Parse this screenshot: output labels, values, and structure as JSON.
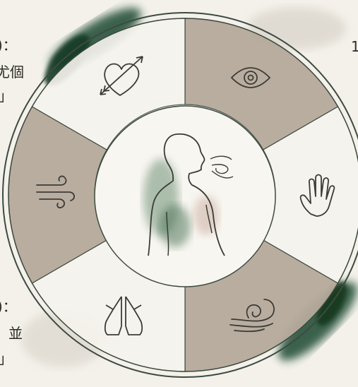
{
  "colors": {
    "background": "#f3f1ea",
    "ring_line": "#3d4a40",
    "segment_taupe": "#b6aa9b",
    "segment_light": "#f6f4ee",
    "icon_stroke": "#3b3b37",
    "watercolor_green": "#244a33",
    "watercolor_grey": "#cfc8bd"
  },
  "segments": [
    {
      "icon": "eye-icon",
      "fill": "taupe"
    },
    {
      "icon": "hand-icon",
      "fill": "light"
    },
    {
      "icon": "swirl-icon",
      "fill": "taupe"
    },
    {
      "icon": "praying-hands-icon",
      "fill": "light"
    },
    {
      "icon": "wind-icon",
      "fill": "taupe"
    },
    {
      "icon": "heart-arrow-icon",
      "fill": "light"
    }
  ],
  "center": {
    "icon": "breathing-person-icon"
  },
  "edge_fragments": {
    "left_top_1": ")：",
    "left_top_2": "尤個",
    "left_top_3": "」",
    "left_bottom_1": ")：",
    "left_bottom_2": "並",
    "left_bottom_3": "」",
    "right_top": "1"
  }
}
